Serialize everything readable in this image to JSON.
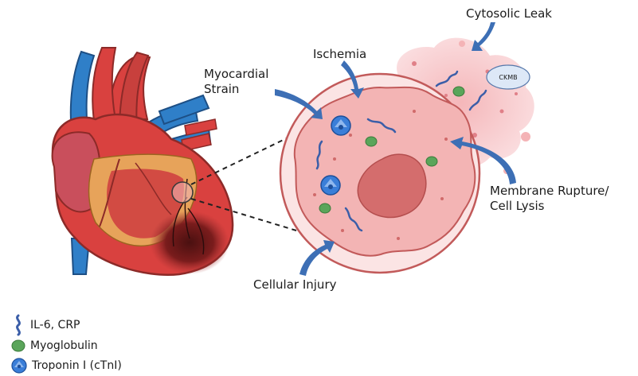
{
  "labels": {
    "cytosolic_leak": "Cytosolic Leak",
    "ischemia": "Ischemia",
    "myocardial_strain": "Myocardial\nStrain",
    "membrane_rupture": "Membrane Rupture/\nCell Lysis",
    "cellular_injury": "Cellular Injury",
    "ckmb": "CKMB"
  },
  "legend": [
    {
      "icon": "il6-crp-icon",
      "label": "IL-6, CRP",
      "color": "#3b5ea8"
    },
    {
      "icon": "myoglobulin-icon",
      "label": "Myoglobulin",
      "color": "#5aa55a"
    },
    {
      "icon": "troponin-icon",
      "label": "Troponin I (cTnI)",
      "color": "#3a7ed8"
    }
  ],
  "colors": {
    "cell_fill": "#f3b4b4",
    "cell_border": "#c25a5a",
    "nucleus": "#d46d6d",
    "arrow": "#3d6fb5",
    "heart_red": "#d9413f",
    "vessel_blue": "#2f7fc8"
  }
}
